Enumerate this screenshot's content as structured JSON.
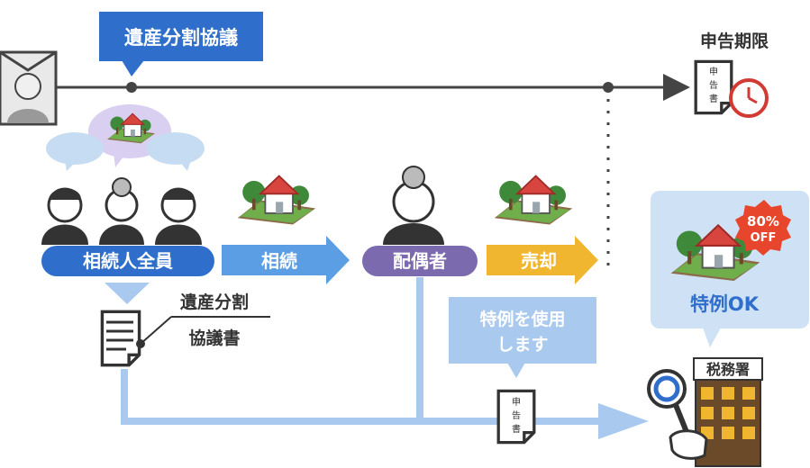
{
  "diagram": {
    "agreement_callout": "遺産分割協議",
    "deadline_label": "申告期限",
    "form_text": "申\n告\n書",
    "heirs_label": "相続人全員",
    "inherit_label": "相続",
    "spouse_label": "配偶者",
    "sell_label": "売却",
    "agreement_doc_line1": "遺産分割",
    "agreement_doc_line2": "協議書",
    "special_use_line1": "特例を使用",
    "special_use_line2": "します",
    "tax_office_sign": "税務署",
    "special_ok_label": "特例OK",
    "discount_badge_line1": "80%",
    "discount_badge_line2": "OFF"
  }
}
